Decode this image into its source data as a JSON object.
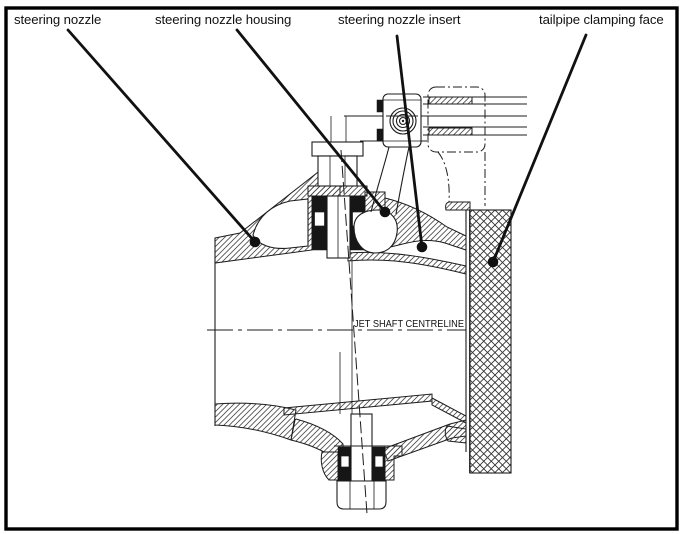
{
  "figure": {
    "callouts": [
      {
        "id": "steering-nozzle",
        "text": "steering nozzle"
      },
      {
        "id": "steering-nozzle-housing",
        "text": "steering nozzle housing"
      },
      {
        "id": "steering-nozzle-insert",
        "text": "steering nozzle insert"
      },
      {
        "id": "tailpipe-clamping-face",
        "text": "tailpipe clamping face"
      }
    ],
    "centerline_label": "JET SHAFT CENTRELINE",
    "colors": {
      "ink": "#1c1c1c",
      "leader": "#111111",
      "background": "#ffffff",
      "hatch": "#4a4a4a"
    }
  }
}
